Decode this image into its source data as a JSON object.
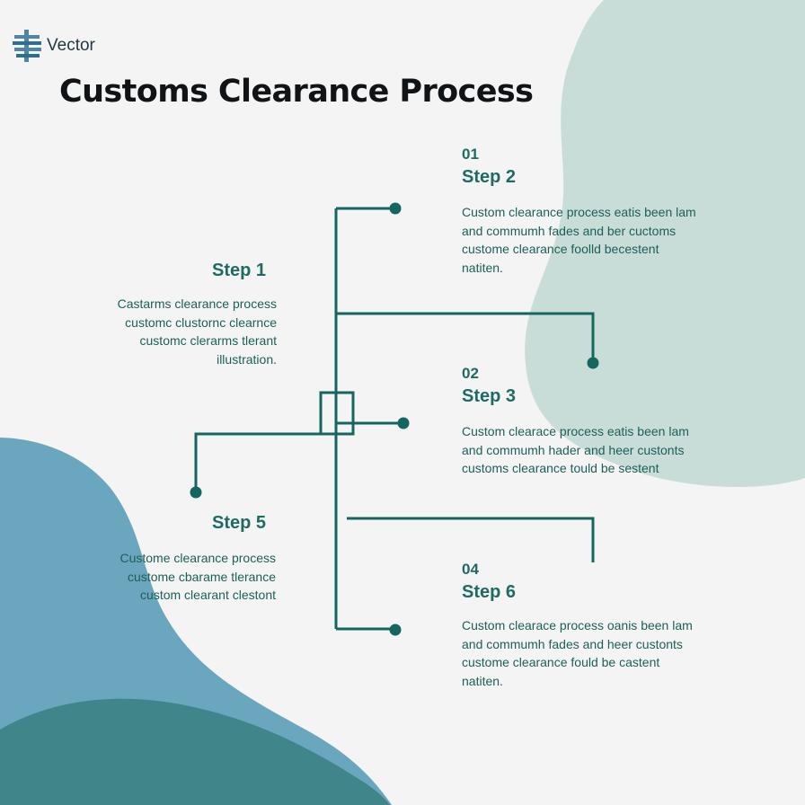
{
  "brand": {
    "name": "Vector",
    "icon": "stacked-bars-logo-icon"
  },
  "title": "Customs Clearance Process",
  "colors": {
    "background": "#f3f4f3",
    "accent": "#1f6b64",
    "line": "#15665e",
    "blob_mint": "#c8ddd8",
    "blob_blue": "#6aa6bd",
    "blob_deep": "#3f858a",
    "title": "#101417"
  },
  "steps": [
    {
      "id": "step-1",
      "number": "",
      "title": "Step 1",
      "lines": [
        "Castarms clearance process",
        "customc clustornc clearnce",
        "customc clerarms tlerant",
        "illustration."
      ]
    },
    {
      "id": "step-2",
      "number": "01",
      "title": "Step 2",
      "lines": [
        "Custom clearance process eatis been lam",
        "and commumh fades and ber cuctoms",
        "custome clearance foolld becestent",
        "natiten."
      ]
    },
    {
      "id": "step-3",
      "number": "02",
      "title": "Step 3",
      "lines": [
        "Custom clearace process eatis been lam",
        "and commumh hader and heer custonts",
        "customs clearance tould be sestent"
      ]
    },
    {
      "id": "step-5",
      "number": "",
      "title": "Step 5",
      "lines": [
        "Custome clearance process",
        "custome cbarame tlerance",
        "custom clearant clestont"
      ]
    },
    {
      "id": "step-6",
      "number": "04",
      "title": "Step 6",
      "lines": [
        "Custom clearace process oanis been lam",
        "and commumh fades and heer custonts",
        "custome clearance fould be castent",
        "natiten."
      ]
    }
  ]
}
